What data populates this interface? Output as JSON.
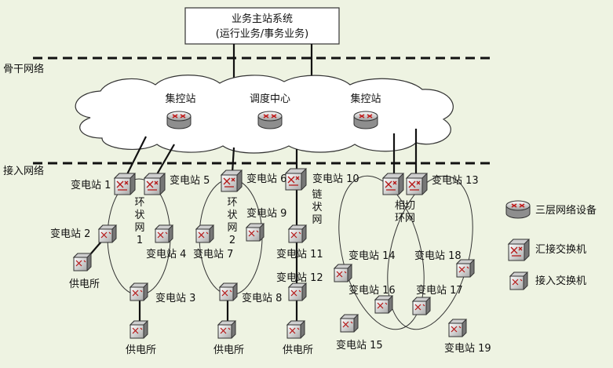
{
  "top_box": {
    "line1": "业务主站系统",
    "line2": "(运行业务/事务业务)"
  },
  "layers": {
    "backbone": "骨干网络",
    "access": "接入网络"
  },
  "core": {
    "left": "集控站",
    "center": "调度中心",
    "right": "集控站"
  },
  "stations": {
    "s1": "变电站 1",
    "s2": "变电站 2",
    "s3": "变电站 3",
    "s4": "变电站 4",
    "s5": "变电站 5",
    "s6": "变电站 6",
    "s7": "变电站 7",
    "s8": "变电站 8",
    "s9": "变电站 9",
    "s10": "变电站 10",
    "s11": "变电站 11",
    "s12": "变电站 12",
    "s13": "变电站 13",
    "s14": "变电站 14",
    "s15": "变电站 15",
    "s16": "变电站 16",
    "s17": "变电站 17",
    "s18": "变电站 18",
    "s19": "变电站 19"
  },
  "supply": {
    "a": "供电所",
    "b": "供电所",
    "c": "供电所",
    "d": "供电所"
  },
  "rings": {
    "ring1": [
      "环",
      "状",
      "网",
      "1"
    ],
    "ring2": [
      "环",
      "状",
      "网",
      "2"
    ],
    "chain": [
      "链",
      "状",
      "网"
    ],
    "tangent": [
      "相切",
      "环网"
    ]
  },
  "legend": {
    "router": "三层网络设备",
    "aggregation": "汇接交换机",
    "access": "接入交换机"
  },
  "colors": {
    "background": "#eef3e2",
    "line": "#111111",
    "box_fill": "#ffffff"
  }
}
